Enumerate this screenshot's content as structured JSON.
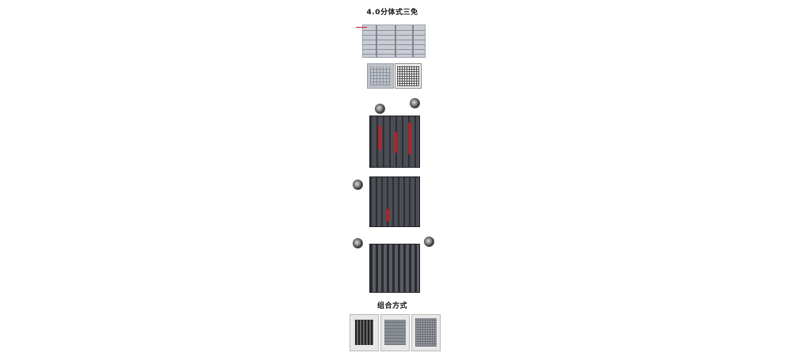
{
  "section_titles": {
    "main": "4.0分体式三免",
    "combination": "组合方式"
  },
  "icons": {
    "detail_photo": "circular-detail-photo",
    "product_photo": "product-photo"
  },
  "colors": {
    "gray_plate": "#c9ccd3",
    "dark_panel": "#3e4045",
    "red_mark": "#c0232a",
    "photo_bg": "#e8e8e8"
  }
}
